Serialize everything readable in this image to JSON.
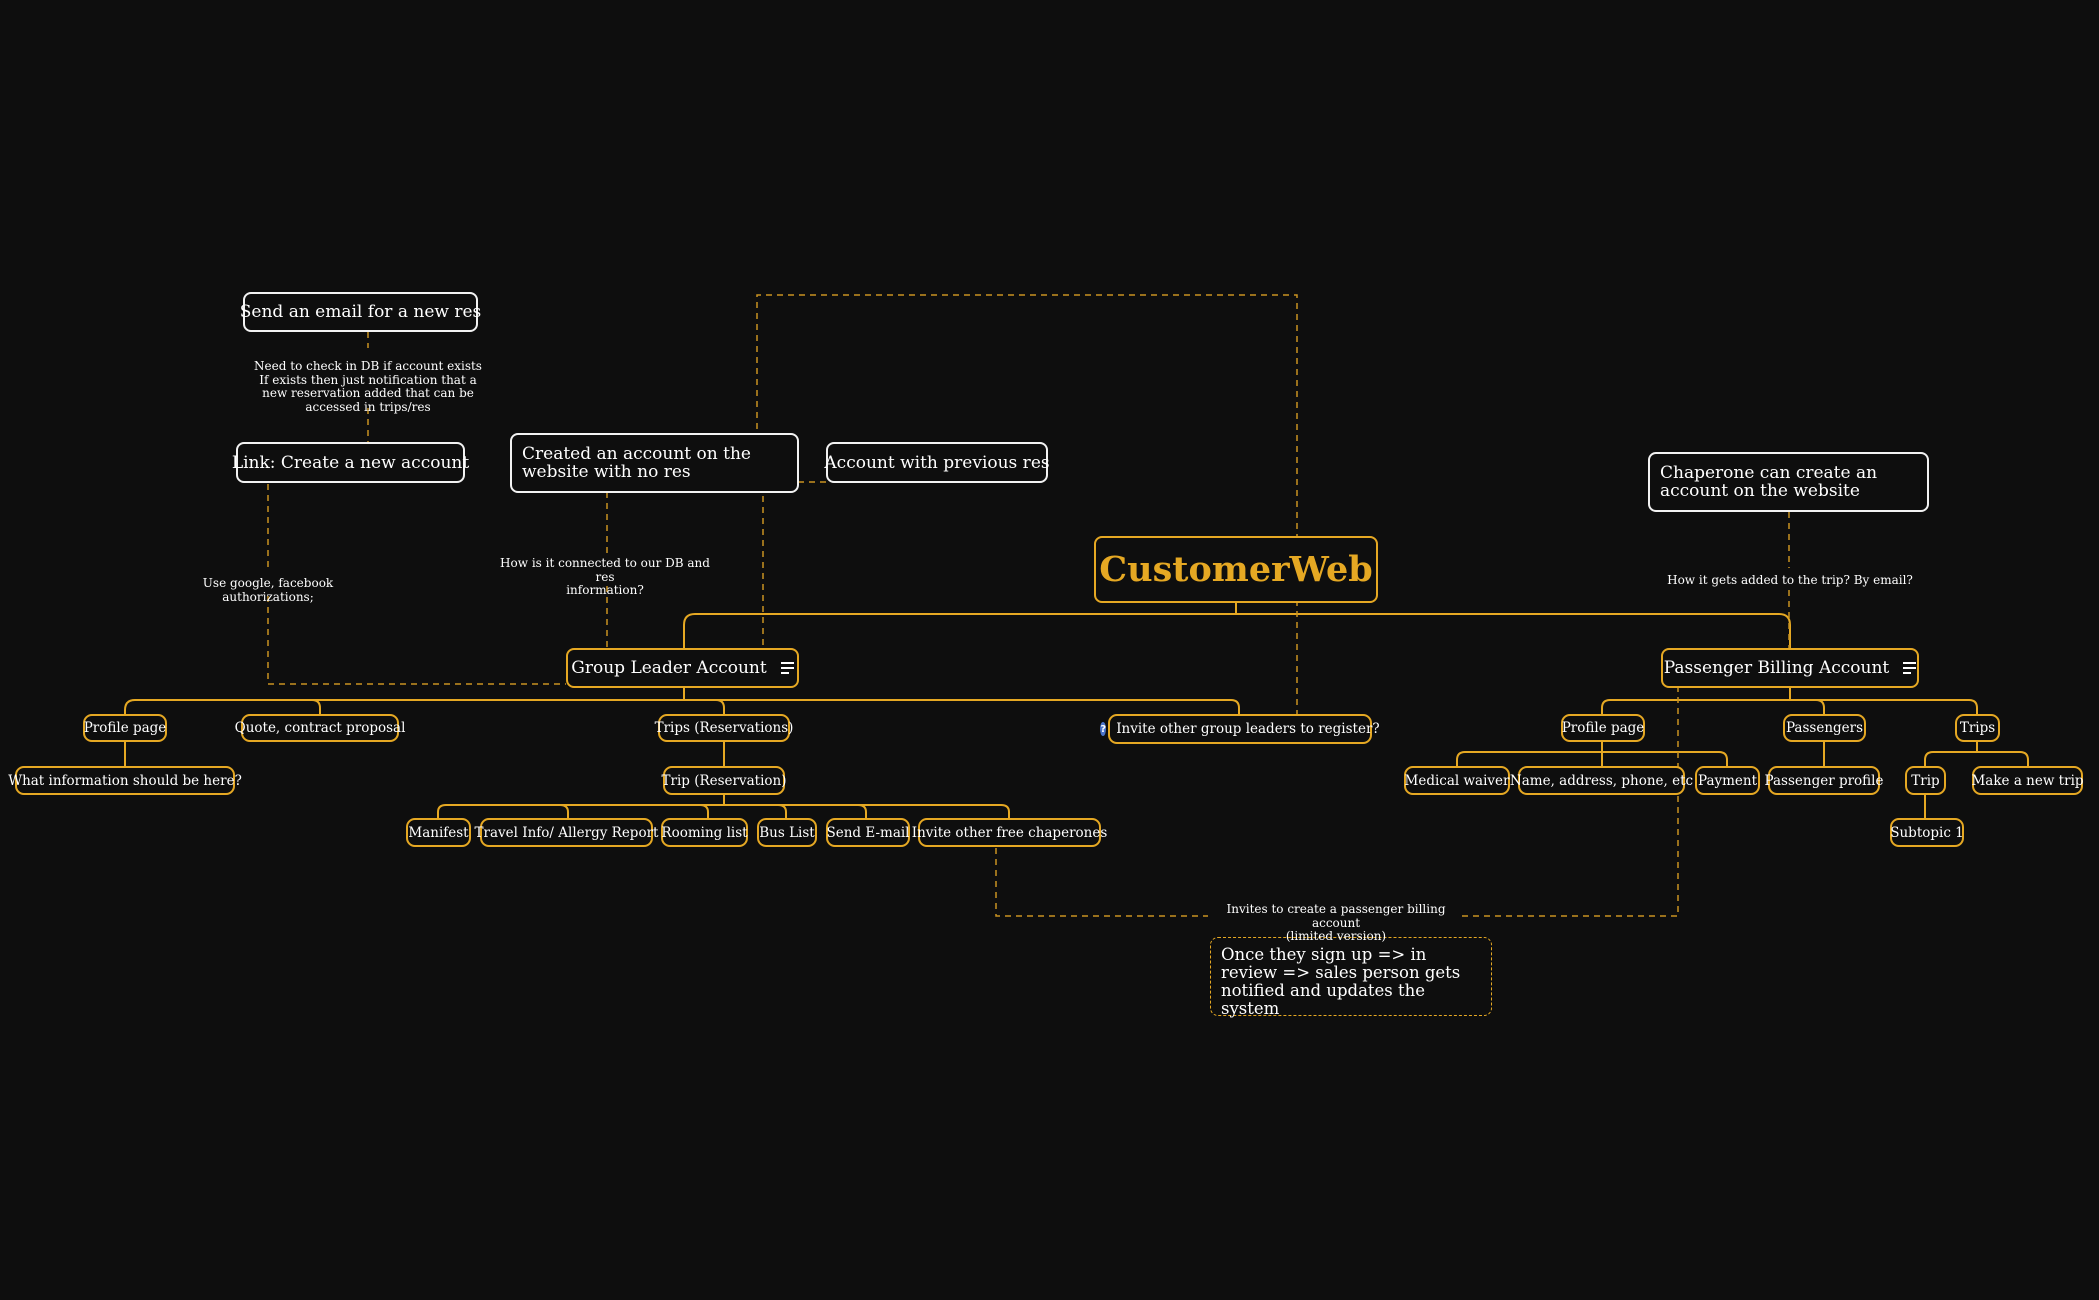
{
  "central": {
    "title": "CustomerWeb"
  },
  "branches": {
    "group_leader": "Group Leader Account",
    "passenger_billing": "Passenger Billing Account"
  },
  "group_leader_children": {
    "profile_page": "Profile page",
    "profile_question": "What information should be here?",
    "quote": "Quote, contract proposal",
    "trips": "Trips (Reservations)",
    "trip": "Trip (Reservation)",
    "invite_leaders": "Invite other group leaders to register?",
    "trip_items": [
      "Manifest",
      "Travel Info/ Allergy Report",
      "Rooming list",
      "Bus List",
      "Send E-mail",
      "Invite other free chaperones"
    ]
  },
  "passenger_children": {
    "profile_page": "Profile page",
    "profile_items": [
      "Medical waiver",
      "Name, address, phone, etc",
      "Payment"
    ],
    "passengers": "Passengers",
    "passenger_profile": "Passenger profile",
    "trips": "Trips",
    "trip": "Trip",
    "make_new_trip": "Make a new trip",
    "subtopic": "Subtopic 1"
  },
  "floating": {
    "send_email": "Send an email for a new res",
    "create_link": "Link: Create a new account",
    "created_no_res": "Created an account on the website with no res",
    "previous_res": "Account with previous res",
    "chaperone": "Chaperone can create an account on the website",
    "signup_review": "Once they sign up => in review => sales person gets notified and updates the system"
  },
  "relationship_labels": {
    "check_db": "Need to check in DB if account exists\nIf exists then just notification that a new reservation added that can be accessed in trips/res",
    "google_auth": "Use google, facebook authorizations;",
    "db_connection": "How is it connected to our DB and res\ninformation?",
    "added_to_trip": "How it gets added to the trip? By email?",
    "invites_billing": "Invites to create a passenger billing account\n(limited version)"
  },
  "icons": {
    "notes": "notes-icon",
    "question": "question-icon"
  },
  "colors": {
    "background": "#0e0e0e",
    "accent": "#e5a823",
    "text": "#ffffff"
  }
}
